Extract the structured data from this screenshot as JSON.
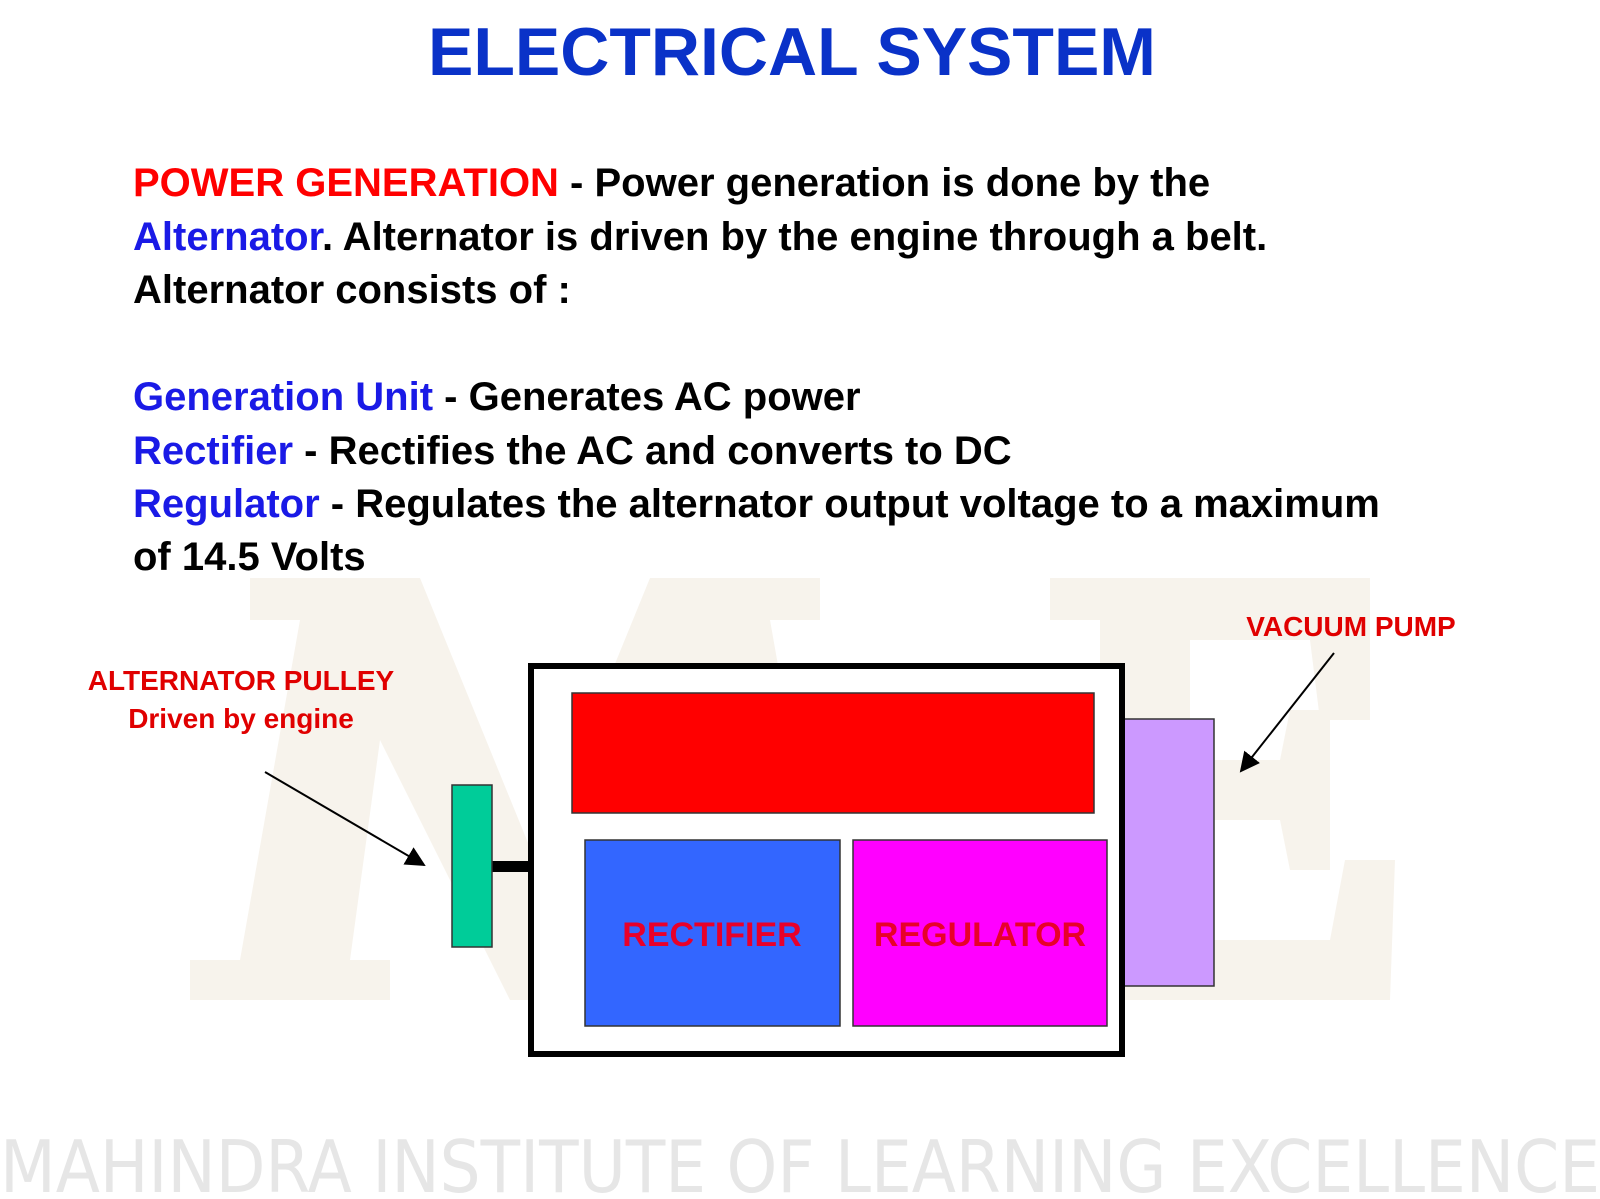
{
  "title": "ELECTRICAL SYSTEM",
  "intro": {
    "heading": "POWER GENERATION",
    "line1_rest": " - Power generation is done by the",
    "alternator": "Alternator",
    "line2_rest": ". Alternator is driven by the engine through a belt.",
    "line3": "Alternator consists of :"
  },
  "components": [
    {
      "name": "Generation Unit",
      "desc": " - Generates AC power"
    },
    {
      "name": "Rectifier",
      "desc": " - Rectifies the AC and converts to DC"
    },
    {
      "name": "Regulator",
      "desc": " - Regulates the alternator output voltage to a maximum"
    }
  ],
  "regulator_cont": "of 14.5 Volts",
  "diagram": {
    "pulley_label": "ALTERNATOR PULLEY",
    "pulley_sub": "Driven by engine",
    "vacuum_label": "VACUUM PUMP",
    "rectifier": "RECTIFIER",
    "regulator": "REGULATOR",
    "colors": {
      "generation": "#ff0000",
      "rectifier": "#3366ff",
      "regulator": "#ff00ff",
      "vacuum": "#cc99ff",
      "pulley": "#00cc99"
    }
  },
  "watermark": "ME",
  "footer": "MAHINDRA INSTITUTE OF LEARNING EXCELLENCE"
}
